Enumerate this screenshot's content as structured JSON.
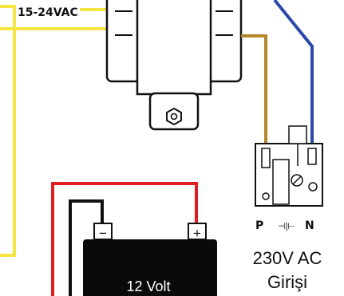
{
  "labels": {
    "voltage_secondary": "15-24VAC",
    "mains_input_line1": "230V AC",
    "mains_input_line2": "Girişi",
    "terminal_phase": "P",
    "terminal_ground_symbol": "⊣|⊢",
    "terminal_neutral": "N",
    "battery_minus": "−",
    "battery_plus": "+",
    "battery_label": "12 Volt"
  },
  "colors": {
    "ac_wire": "#f5e642",
    "live_wire": "#b8862a",
    "neutral_wire": "#2b49a8",
    "battery_positive_wire": "#e02020",
    "battery_negative_wire": "#111111",
    "battery_body": "#0a0a0a",
    "outline": "#111111"
  }
}
